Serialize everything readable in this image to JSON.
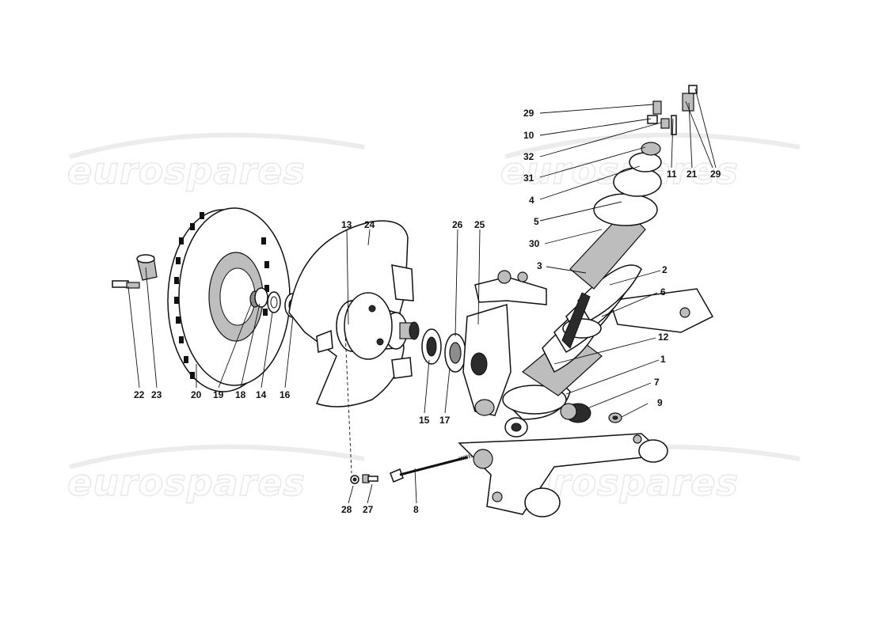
{
  "watermark": {
    "text": "eurospares"
  },
  "callouts": {
    "c1": "1",
    "c2": "2",
    "c3": "3",
    "c4": "4",
    "c5": "5",
    "c6": "6",
    "c7": "7",
    "c8": "8",
    "c9": "9",
    "c10": "10",
    "c11": "11",
    "c12": "12",
    "c13": "13",
    "c14": "14",
    "c15": "15",
    "c16": "16",
    "c17": "17",
    "c18": "18",
    "c19": "19",
    "c20": "20",
    "c21": "21",
    "c22": "22",
    "c23": "23",
    "c24": "24",
    "c25": "25",
    "c26": "26",
    "c27": "27",
    "c28": "28",
    "c29a": "29",
    "c29b": "29",
    "c30": "30",
    "c31": "31",
    "c32": "32"
  }
}
